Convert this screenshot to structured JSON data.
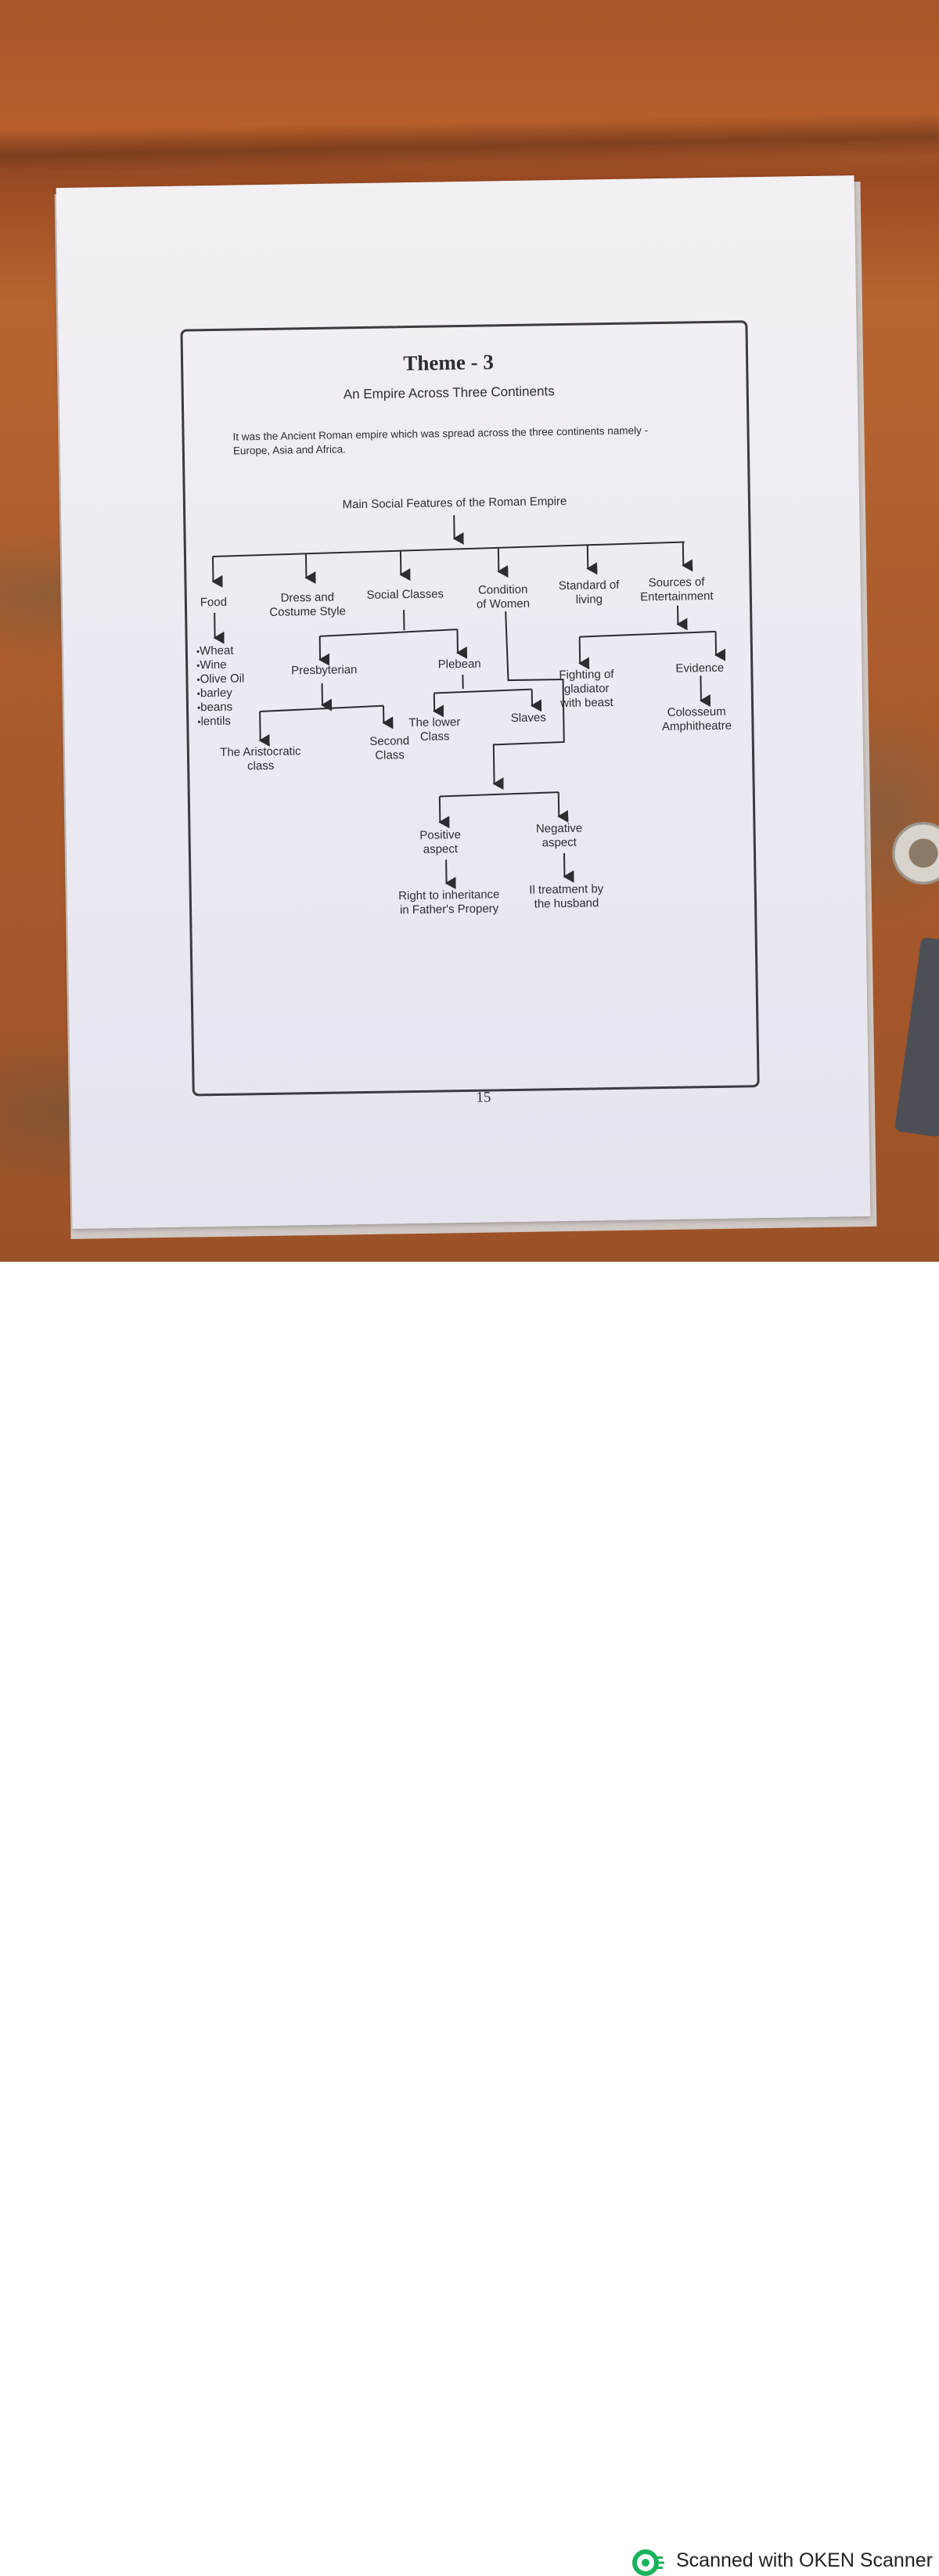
{
  "document": {
    "title": "Theme - 3",
    "subtitle": "An Empire Across Three Continents",
    "intro_line1": "It was the Ancient Roman empire which was spread across the three continents namely -",
    "intro_line2": "Europe, Asia and Africa.",
    "page_number": "15"
  },
  "diagram": {
    "root": "Main Social Features of the Roman Empire",
    "categories": {
      "food": "Food",
      "dress": [
        "Dress and",
        "Costume Style"
      ],
      "social": "Social Classes",
      "women": [
        "Condition",
        "of Women"
      ],
      "living": [
        "Standard of",
        "living"
      ],
      "entertainment": [
        "Sources of",
        "Entertainment"
      ]
    },
    "food_items": [
      "Wheat",
      "Wine",
      "Olive Oil",
      "barley",
      "beans",
      "lentils"
    ],
    "presbyterian": "Presbyterian",
    "plebean": "Plebean",
    "aristocratic": [
      "The Aristocratic",
      "class"
    ],
    "second_class": [
      "Second",
      "Class"
    ],
    "lower_class": [
      "The lower",
      "Class"
    ],
    "slaves": "Slaves",
    "fighting": [
      "Fighting of",
      "gladiator",
      "with beast"
    ],
    "evidence": "Evidence",
    "colosseum": [
      "Colosseum",
      "Amphitheatre"
    ],
    "positive": [
      "Positive",
      "aspect"
    ],
    "negative": [
      "Negative",
      "aspect"
    ],
    "positive_detail": [
      "Right to inheritance",
      "in Father's Propery"
    ],
    "negative_detail": [
      "Il treatment by",
      "the husband"
    ]
  },
  "footer": {
    "scanner_text": "Scanned with OKEN Scanner"
  },
  "colors": {
    "desk": "#a8552a",
    "paper": "#ecebf3",
    "ink": "#2c2c31",
    "logo_green": "#19b35b"
  }
}
